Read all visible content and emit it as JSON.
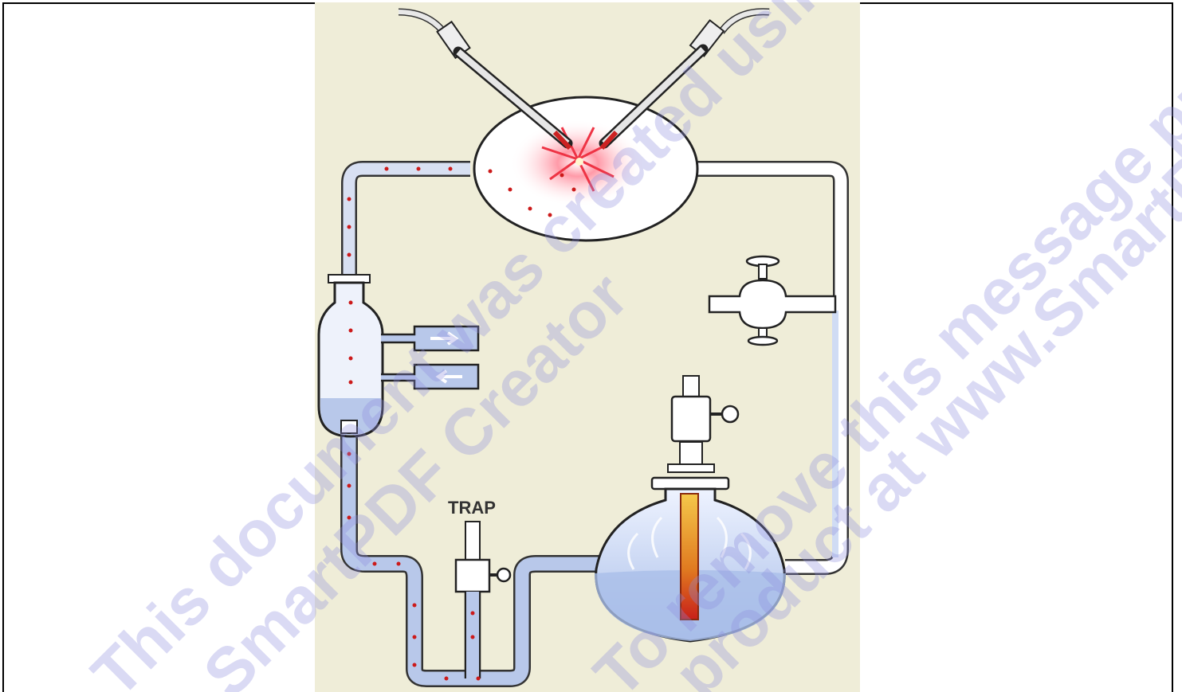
{
  "diagram": {
    "labels": {
      "trap": "TRAP"
    },
    "colors": {
      "panel_background": "#efedd8",
      "tube_fill": "#c8d6f0",
      "spark": "#e23a3a",
      "molecule_dots": "#cc1a1a",
      "flame": "#e8a020"
    }
  },
  "watermark": {
    "line1": "This document was created using",
    "line2": "SmartPDF Creator",
    "line3": "To remove this message purchase the",
    "line4": "product at www.SmartPDFCreator.com"
  }
}
